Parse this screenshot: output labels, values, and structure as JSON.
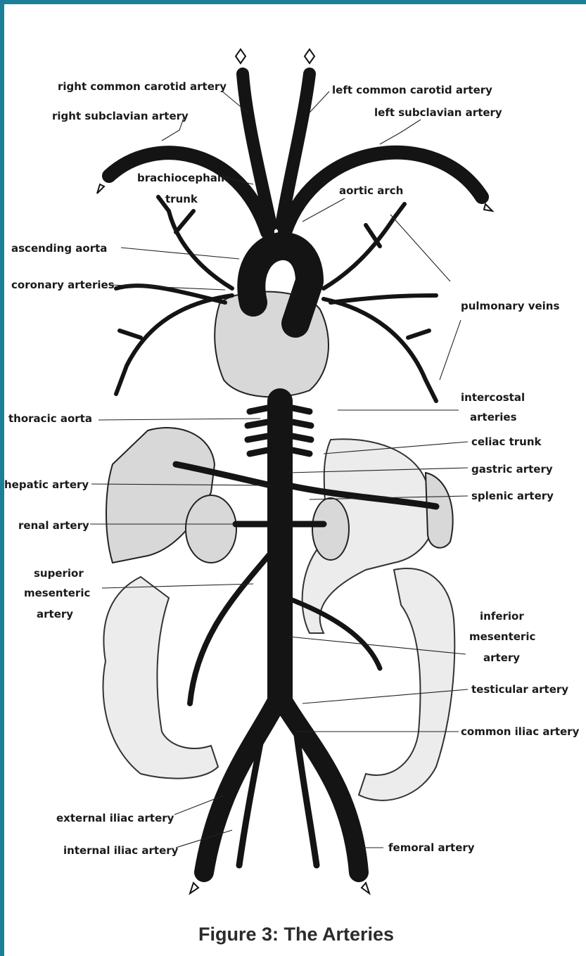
{
  "figure": {
    "caption": "Figure 3: The Arteries",
    "labels": {
      "right_common_carotid": "right common carotid artery",
      "left_common_carotid": "left common carotid artery",
      "right_subclavian": "right subclavian artery",
      "left_subclavian": "left subclavian artery",
      "brachiocephalic_1": "brachiocephalic",
      "brachiocephalic_2": "trunk",
      "aortic_arch": "aortic arch",
      "ascending_aorta": "ascending aorta",
      "coronary_arteries": "coronary arteries",
      "pulmonary_veins": "pulmonary veins",
      "thoracic_aorta": "thoracic aorta",
      "intercostal_1": "intercostal",
      "intercostal_2": "arteries",
      "celiac_trunk": "celiac trunk",
      "hepatic_artery": "hepatic artery",
      "gastric_artery": "gastric artery",
      "splenic_artery": "splenic artery",
      "renal_artery": "renal artery",
      "sup_mes_1": "superior",
      "sup_mes_2": "mesenteric",
      "sup_mes_3": "artery",
      "inf_mes_1": "inferior",
      "inf_mes_2": "mesenteric",
      "inf_mes_3": "artery",
      "testicular_artery": "testicular artery",
      "common_iliac_artery": "common iliac artery",
      "external_iliac_artery": "external iliac artery",
      "internal_iliac_artery": "internal iliac artery",
      "femoral_artery": "femoral artery"
    }
  }
}
